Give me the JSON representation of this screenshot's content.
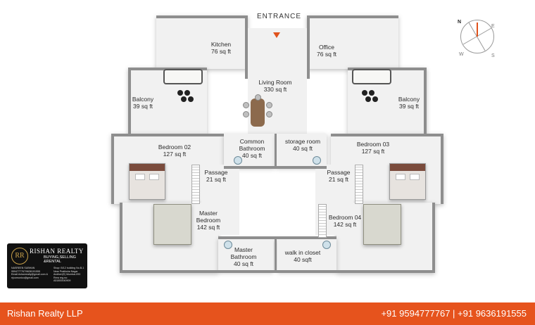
{
  "plan": {
    "entrance": "ENTRANCE",
    "rooms": [
      {
        "name": "Kitchen",
        "area": "76 sq ft"
      },
      {
        "name": "Office",
        "area": "76 sq ft"
      },
      {
        "name": "Living Room",
        "area": "330 sq ft"
      },
      {
        "name": "Balcony",
        "area": "39 sq ft"
      },
      {
        "name": "Balcony",
        "area": "39 sq ft"
      },
      {
        "name": "Bedroom 02",
        "area": "127 sq ft"
      },
      {
        "name": "Bedroom 03",
        "area": "127 sq ft"
      },
      {
        "name": "Common Bathroom",
        "area": "40 sq ft"
      },
      {
        "name": "storage room",
        "area": "40 sq ft"
      },
      {
        "name": "Passage",
        "area": "21 sq ft"
      },
      {
        "name": "Passage",
        "area": "21 sq ft"
      },
      {
        "name": "Master Bedroom",
        "area": "142 sq ft"
      },
      {
        "name": "Bedroom 04",
        "area": "142 sq ft"
      },
      {
        "name": "Master Bathroom",
        "area": "40 sq ft"
      },
      {
        "name": "walk in closet",
        "area": "40 sqft"
      }
    ],
    "compass": {
      "n": "N",
      "e": "E",
      "s": "S",
      "w": "W"
    }
  },
  "card": {
    "logo": "RR",
    "name": "RISHAN REALTY",
    "tagline": "BUYING,SELLING &RENTAL",
    "contact": "NASREEN SUBHAN 9594777767/9636191555 Email:rishanrealty@gmail.com & rrjcomunico@gmail.com",
    "address": "Shop: B/12 building No.B-1 Near Pratiksha Nagar Andheri(E) Mumbai-093 Rera reg.no: A51800040909"
  },
  "footer": {
    "brand": "Rishan Realty LLP",
    "phones": "+91 9594777767 | +91 9636191555"
  },
  "colors": {
    "accent": "#e6531d"
  }
}
